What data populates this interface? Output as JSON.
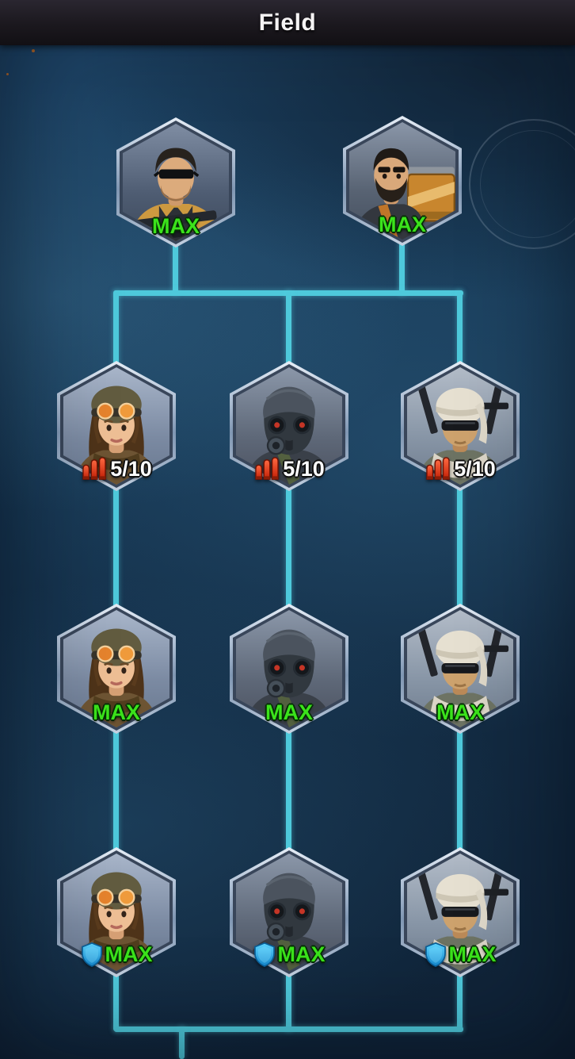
{
  "header": {
    "title": "Field"
  },
  "colors": {
    "connector_line": "#4ec9db",
    "max_label_green": "#3be31b",
    "progress_label_white": "#ffffff",
    "ammo_icon_red": "#e03524",
    "shield_icon_blue": "#2bb5ec",
    "hex_rim_silver": "#aebfd4",
    "background_blue": "#132c44"
  },
  "tree": {
    "tier1": [
      {
        "unit": "commando",
        "status": "MAX",
        "badge": null
      },
      {
        "unit": "engineer",
        "status": "MAX",
        "badge": null
      }
    ],
    "tier2": [
      {
        "unit": "pilot",
        "status": "5/10",
        "badge": "ammo-icon"
      },
      {
        "unit": "gasmask-soldier",
        "status": "5/10",
        "badge": "ammo-icon"
      },
      {
        "unit": "desert-soldier",
        "status": "5/10",
        "badge": "ammo-icon"
      }
    ],
    "tier3": [
      {
        "unit": "pilot",
        "status": "MAX",
        "badge": null
      },
      {
        "unit": "gasmask-soldier",
        "status": "MAX",
        "badge": null
      },
      {
        "unit": "desert-soldier",
        "status": "MAX",
        "badge": null
      }
    ],
    "tier4": [
      {
        "unit": "pilot",
        "status": "MAX",
        "badge": "shield-icon"
      },
      {
        "unit": "gasmask-soldier",
        "status": "MAX",
        "badge": "shield-icon"
      },
      {
        "unit": "desert-soldier",
        "status": "MAX",
        "badge": "shield-icon"
      }
    ]
  }
}
